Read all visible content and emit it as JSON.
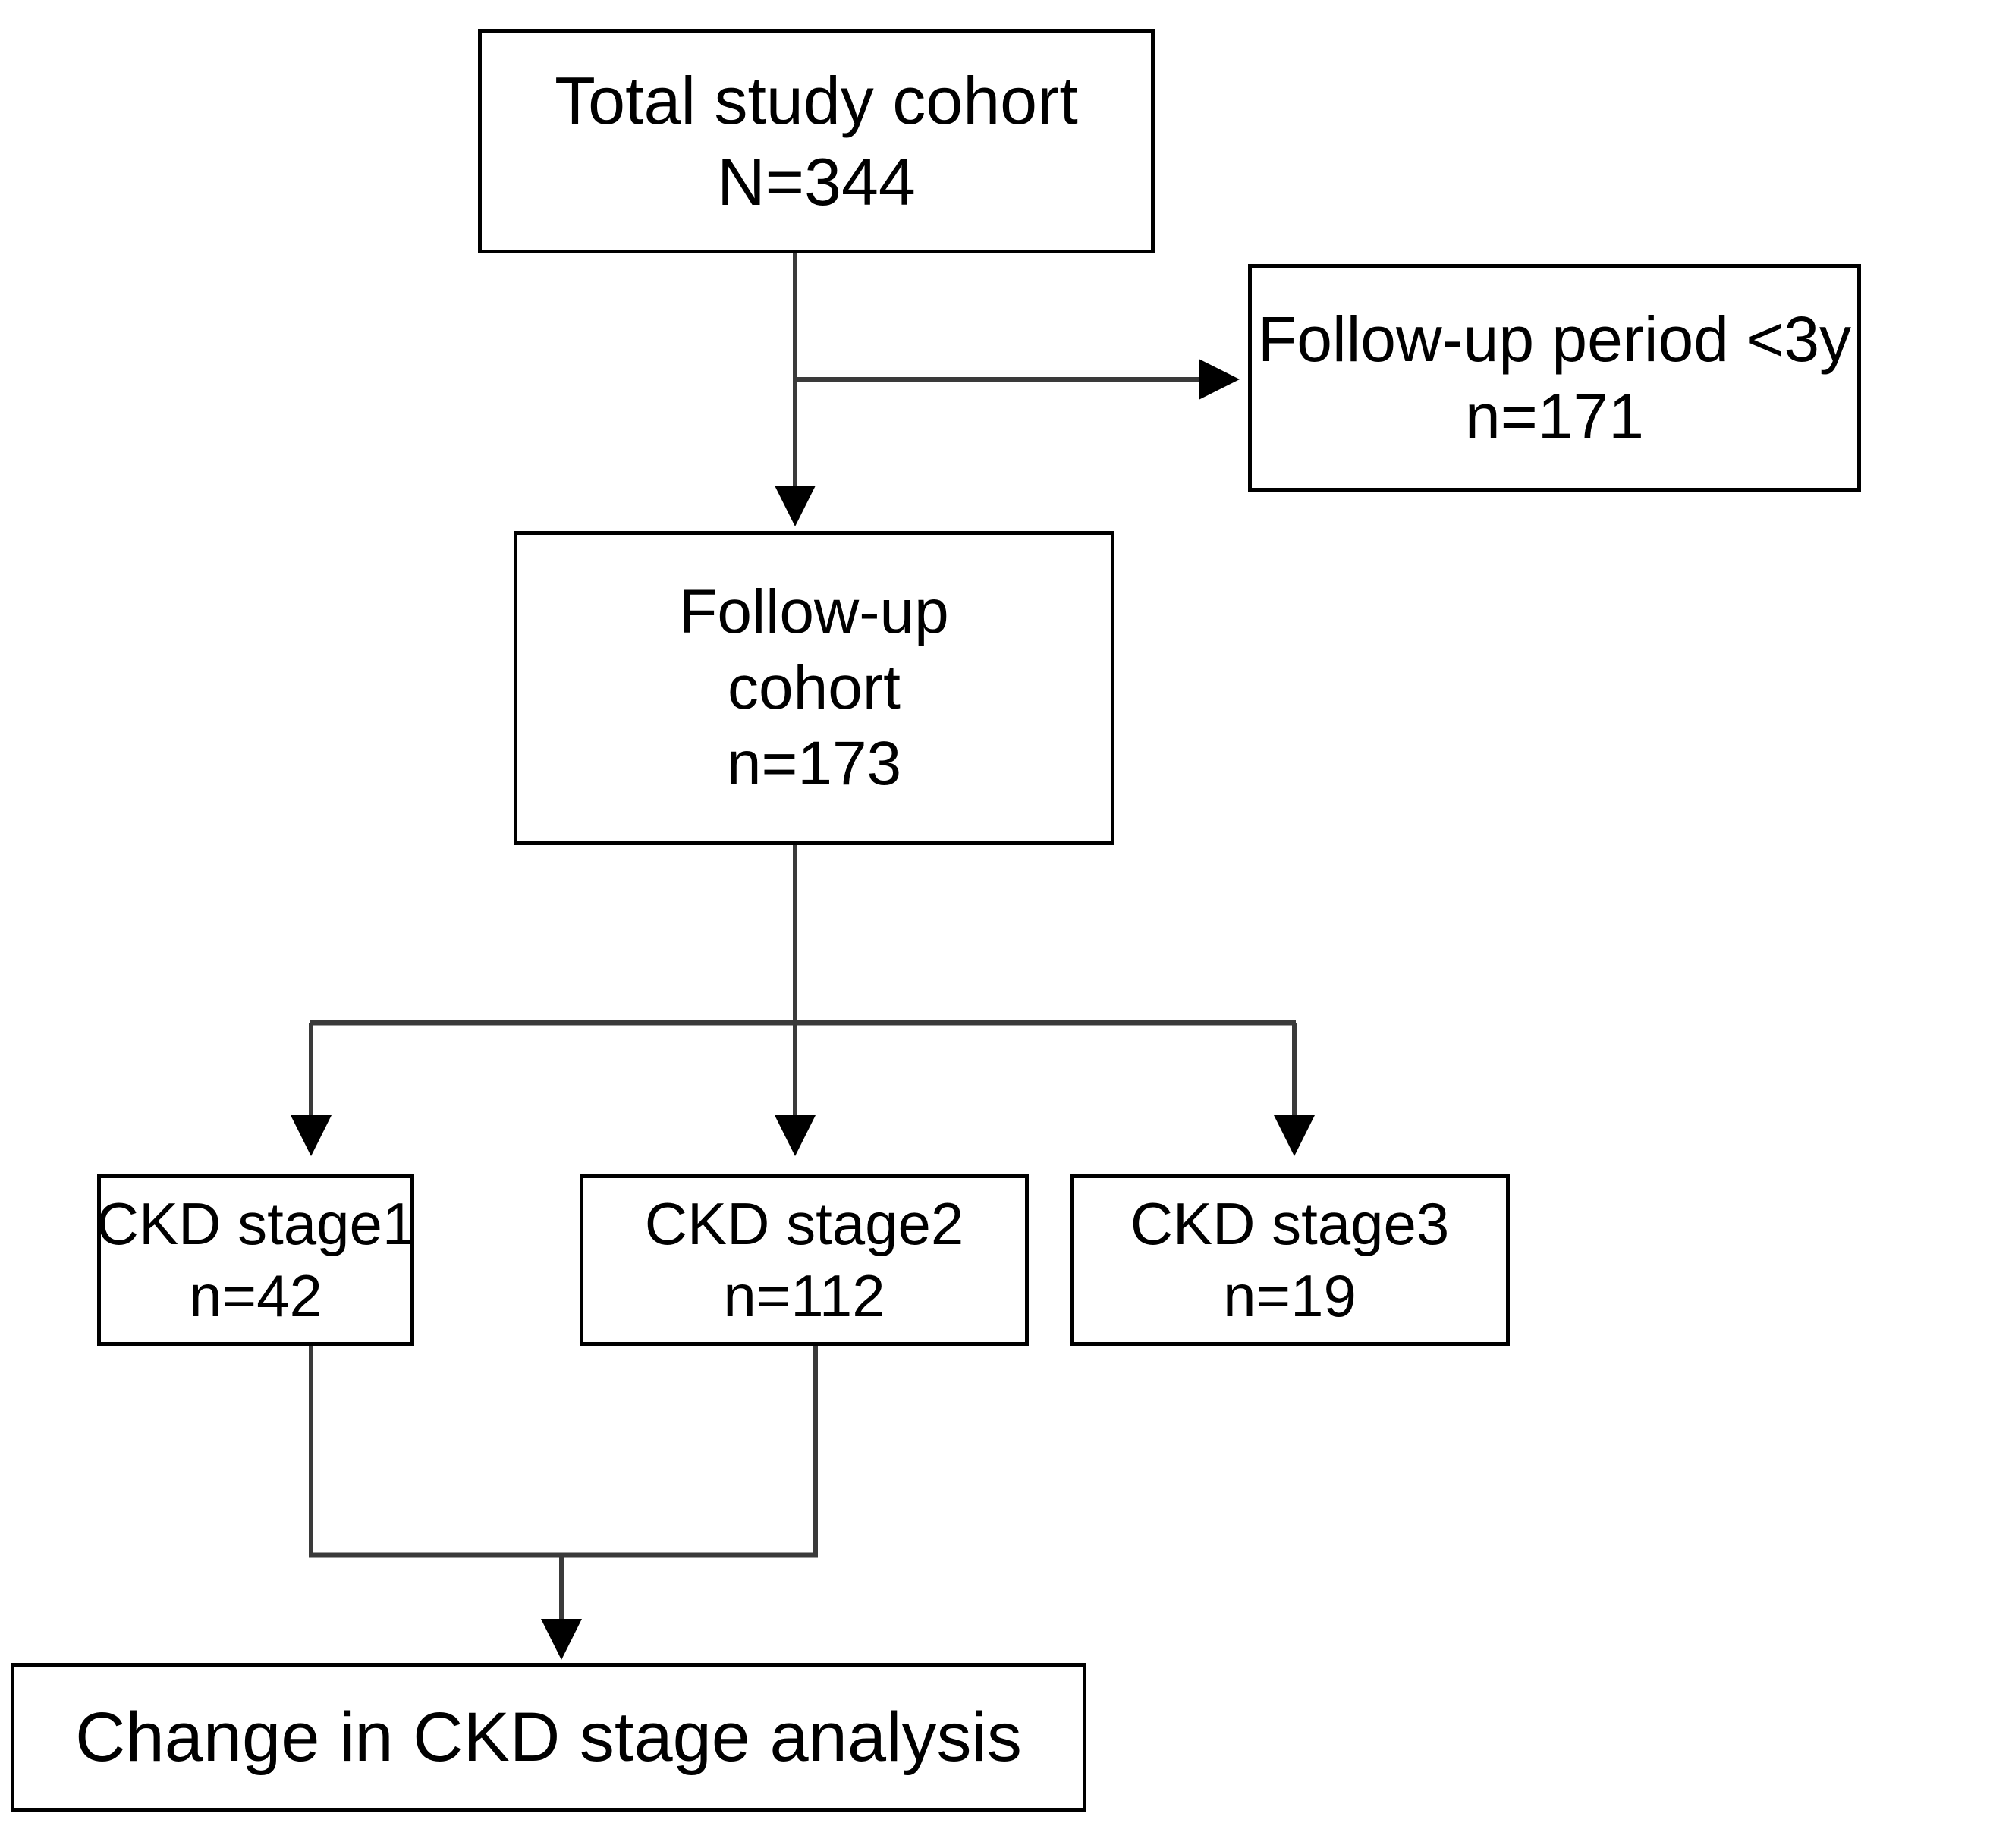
{
  "diagram": {
    "title": "CKD study cohort flow diagram",
    "type": "flowchart",
    "background_color": "#ffffff",
    "line_color": "#000000",
    "box_border_color": "#000000",
    "nodes": [
      {
        "id": "total-cohort",
        "lines": [
          "Total study cohort",
          "N=344"
        ],
        "line1": "Total study cohort",
        "line2": "N=344"
      },
      {
        "id": "followup-excluded",
        "lines": [
          "Follow-up period <3y",
          "n=171"
        ],
        "line1": "Follow-up period <3y",
        "line2": "n=171"
      },
      {
        "id": "followup-cohort",
        "lines": [
          "Follow-up",
          "cohort",
          "n=173"
        ],
        "line1": "Follow-up",
        "line2": "cohort",
        "line3": "n=173"
      },
      {
        "id": "ckd-stage1",
        "lines": [
          "CKD stage1",
          "n=42"
        ],
        "line1": "CKD stage1",
        "line2": "n=42"
      },
      {
        "id": "ckd-stage2",
        "lines": [
          "CKD stage2",
          "n=112"
        ],
        "line1": "CKD stage2",
        "line2": "n=112"
      },
      {
        "id": "ckd-stage3",
        "lines": [
          "CKD stage3",
          "n=19"
        ],
        "line1": "CKD stage3",
        "line2": "n=19"
      },
      {
        "id": "change-analysis",
        "lines": [
          "Change in CKD stage analysis"
        ],
        "line1": "Change in CKD stage analysis"
      }
    ],
    "edges": [
      {
        "id": "total-to-followup-cohort",
        "from": "total-cohort",
        "to": "followup-cohort",
        "style": "arrow-down"
      },
      {
        "id": "total-to-excluded",
        "from": "total-cohort",
        "to": "followup-excluded",
        "style": "arrow-right"
      },
      {
        "id": "followup-to-stage1",
        "from": "followup-cohort",
        "to": "ckd-stage1",
        "style": "arrow-down-branch"
      },
      {
        "id": "followup-to-stage2",
        "from": "followup-cohort",
        "to": "ckd-stage2",
        "style": "arrow-down-branch"
      },
      {
        "id": "followup-to-stage3",
        "from": "followup-cohort",
        "to": "ckd-stage3",
        "style": "arrow-down-branch"
      },
      {
        "id": "stage1-to-analysis",
        "from": "ckd-stage1",
        "to": "change-analysis",
        "style": "merge-down"
      },
      {
        "id": "stage2-to-analysis",
        "from": "ckd-stage2",
        "to": "change-analysis",
        "style": "merge-down"
      }
    ]
  }
}
